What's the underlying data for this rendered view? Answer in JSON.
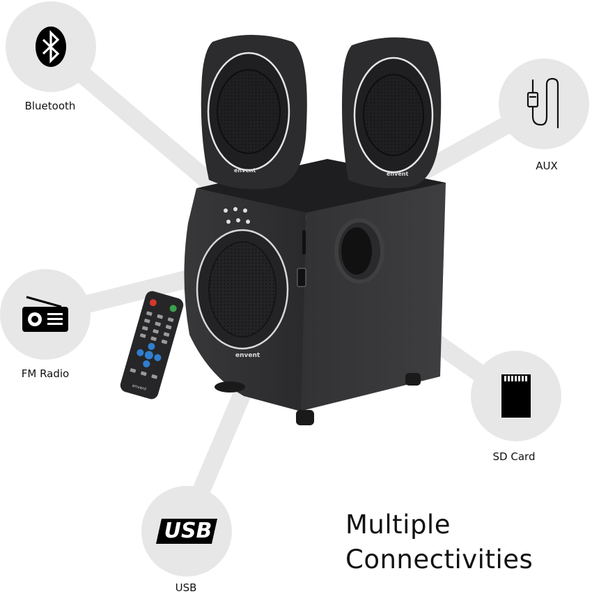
{
  "features": {
    "bluetooth": {
      "label": "Bluetooth",
      "icon": "bluetooth-icon"
    },
    "aux": {
      "label": "AUX",
      "icon": "aux-cable-icon"
    },
    "fm_radio": {
      "label": "FM Radio",
      "icon": "radio-icon"
    },
    "sd_card": {
      "label": "SD Card",
      "icon": "sd-card-icon"
    },
    "usb": {
      "label": "USB",
      "icon": "usb-icon",
      "badge_text": "USB"
    }
  },
  "headline": {
    "line1": "Multiple",
    "line2": "Connectivities"
  },
  "product": {
    "brand": "envent"
  },
  "colors": {
    "background": "#ffffff",
    "circle": "#e7e7e7",
    "connector": "#e7e7e7",
    "speaker": "#2c2c2e",
    "text": "#111111"
  }
}
